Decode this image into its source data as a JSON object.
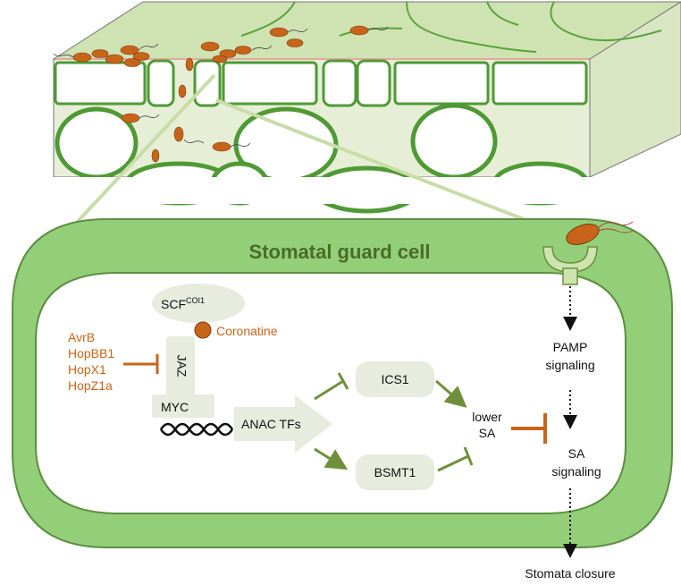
{
  "title": "Stomatal guard cell",
  "scf": {
    "base": "SCF",
    "superscript": "COI1"
  },
  "coronatine": "Coronatine",
  "effectors": [
    "AvrB",
    "HopBB1",
    "HopX1",
    "HopZ1a"
  ],
  "jaz": "JAZ",
  "myc": "MYC",
  "anac": "ANAC TFs",
  "ics1": "ICS1",
  "bsmt1": "BSMT1",
  "lower_sa": [
    "lower",
    "SA"
  ],
  "pamp": [
    "PAMP",
    "signaling"
  ],
  "sa_signaling": [
    "SA",
    "signaling"
  ],
  "stomata_closure": "Stomata closure",
  "colors": {
    "cell_green": "#92cf78",
    "dark_green": "#4f9a35",
    "leaf_tissue": "#e6efd6",
    "bacteria": "#c8641a",
    "arrow_green": "#6f8f3a",
    "box_fill": "#e7ecde"
  }
}
